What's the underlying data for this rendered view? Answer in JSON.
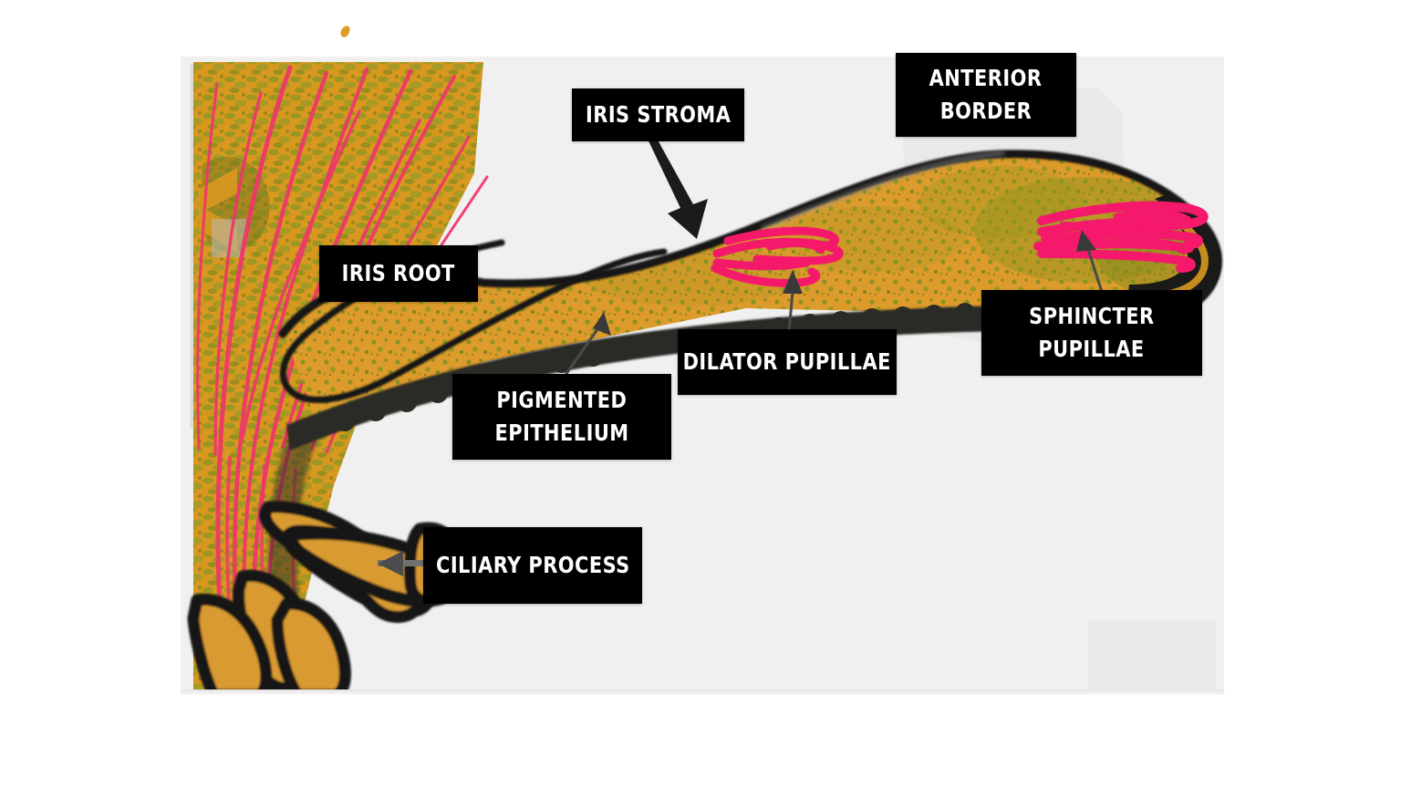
{
  "figure": {
    "title": "Iris and ciliary body cross-section — annotated histology illustration",
    "canvas_background": "#f0f0f0",
    "page_background": "#ffffff"
  },
  "palette": {
    "label_background": "#000000",
    "label_text": "#ffffff",
    "iris_stroma_orange": "#dc9b2a",
    "stroma_green_speckle": "#6b8e23",
    "muscle_fiber_pink": "#f5196b",
    "pigmented_epithelium": "#2b2b28",
    "outline_black": "#111111",
    "ciliary_process_orange": "#d99a32",
    "leader_line_gray": "#6f6f6f",
    "ciliary_arrow_gray": "#707070"
  },
  "labels": [
    {
      "id": "iris-stroma",
      "lines": [
        "IRIS STROMA"
      ],
      "pointer": "thick-black-arrow",
      "points_to": "iris stroma body"
    },
    {
      "id": "anterior-border",
      "lines": [
        "ANTERIOR",
        "BORDER"
      ],
      "pointer": "none",
      "points_to": "anterior border layer"
    },
    {
      "id": "iris-root",
      "lines": [
        "IRIS ROOT"
      ],
      "pointer": "hand-drawn-loop",
      "points_to": "iris root junction with ciliary body"
    },
    {
      "id": "pigmented-epithelium",
      "lines": [
        "PIGMENTED",
        "EPITHELIUM"
      ],
      "pointer": "thin-arrow",
      "points_to": "posterior pigmented epithelium band"
    },
    {
      "id": "dilator-pupillae",
      "lines": [
        "DILATOR PUPILLAE"
      ],
      "pointer": "thin-arrow",
      "points_to": "pink radial dilator fibers"
    },
    {
      "id": "sphincter-pupillae",
      "lines": [
        "SPHINCTER",
        "PUPILLAE"
      ],
      "pointer": "thin-arrow",
      "points_to": "pink circular sphincter fibers near pupil margin"
    },
    {
      "id": "ciliary-process",
      "lines": [
        "CILIARY PROCESS"
      ],
      "pointer": "thick-gray-arrow-left",
      "points_to": "finger-like ciliary process"
    }
  ],
  "anatomy_parts": [
    "iris stroma",
    "anterior border layer",
    "iris root",
    "posterior pigmented epithelium",
    "dilator pupillae muscle",
    "sphincter pupillae muscle",
    "ciliary body",
    "ciliary processes",
    "pupillary margin"
  ]
}
